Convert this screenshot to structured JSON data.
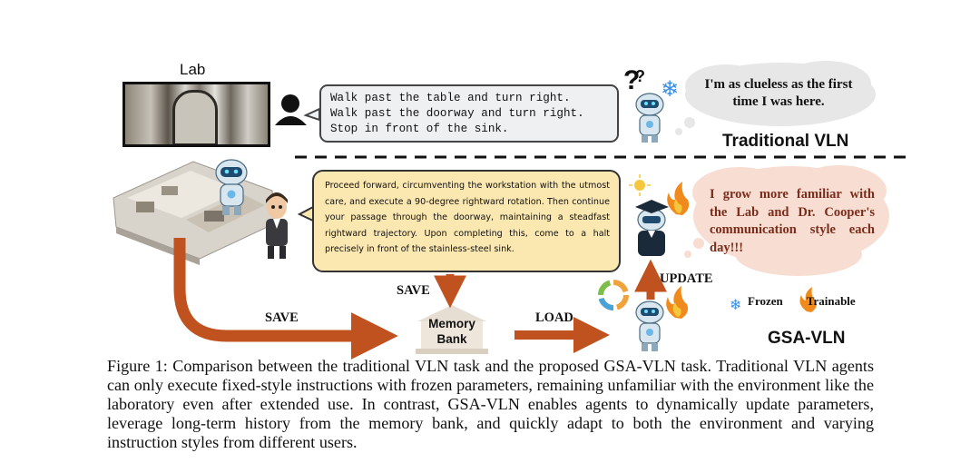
{
  "lab_label": "Lab",
  "traditional": {
    "instruction_lines": [
      "Walk past the table and turn right.",
      "Walk past the doorway and turn right.",
      "Stop in front of the sink."
    ],
    "robot_thought": "I'm as clueless as the first time I was here.",
    "title": "Traditional VLN"
  },
  "gsa": {
    "instruction": "Proceed forward, circumventing the workstation with the utmost care, and execute a 90-degree rightward rotation. Then continue your passage through the doorway, maintaining a steadfast rightward trajectory. Upon completing this, come to a halt precisely in front of the stainless-steel sink.",
    "robot_thought": "I grow more familiar with the Lab and Dr. Cooper's communication style each day!!!",
    "title": "GSA-VLN",
    "memory_bank_line1": "Memory",
    "memory_bank_line2": "Bank",
    "save_top": "SAVE",
    "save_left": "SAVE",
    "load": "LOAD",
    "update": "UPDATE"
  },
  "legend": {
    "frozen": "Frozen",
    "trainable": "Trainable",
    "frozen_color": "#3a8ee6",
    "trainable_color": "#f08a1c"
  },
  "colors": {
    "arrow": "#c0521f",
    "gsa_bubble": "#fbe7b0",
    "cloud_gsa": "#f8ddd3",
    "cloud_trad": "#e7e7e7"
  },
  "caption": "Figure 1: Comparison between the traditional VLN task and the proposed GSA-VLN task. Traditional VLN agents can only execute fixed-style instructions with frozen parameters, remaining unfamiliar with the environment like the laboratory even after extended use. In contrast, GSA-VLN enables agents to dynamically update parameters, leverage long-term history from the memory bank, and quickly adapt to both the environment and varying instruction styles from different users."
}
